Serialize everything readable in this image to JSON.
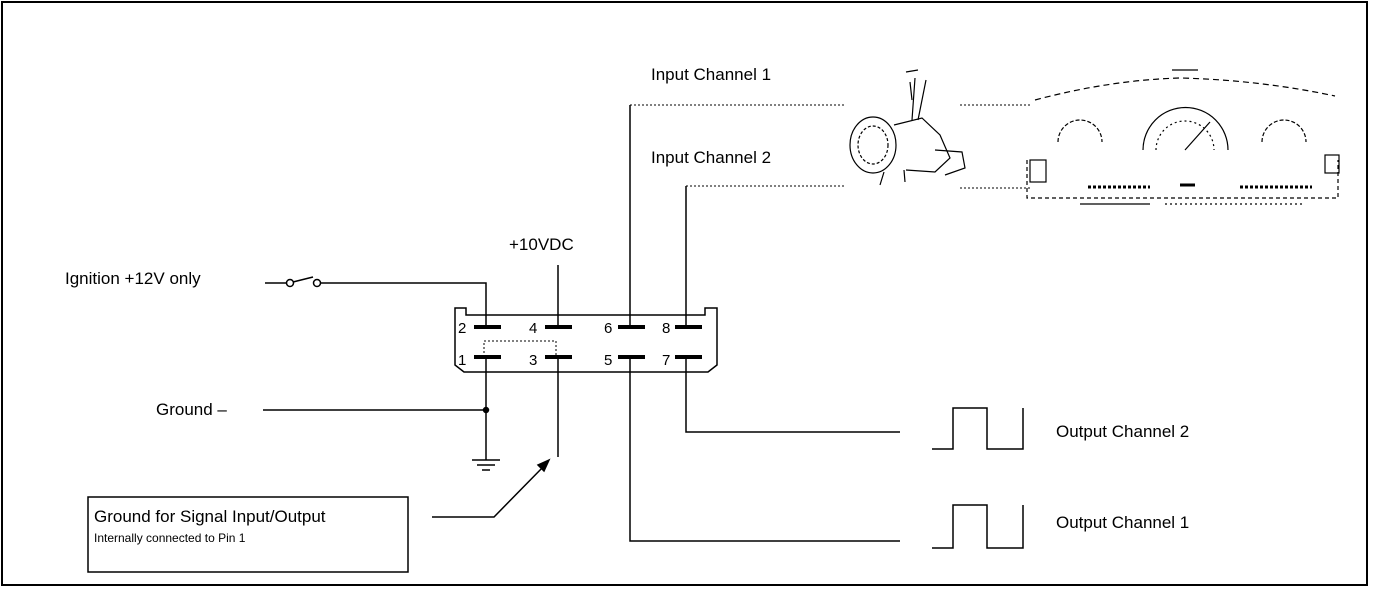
{
  "labels": {
    "input_channel_1": "Input Channel 1",
    "input_channel_2": "Input Channel 2",
    "supply": "+10VDC",
    "ignition": "Ignition +12V only",
    "ground": "Ground –",
    "output_channel_2": "Output Channel 2",
    "output_channel_1": "Output Channel 1"
  },
  "pins": [
    "1",
    "2",
    "3",
    "4",
    "5",
    "6",
    "7",
    "8"
  ],
  "signal_ground_box": {
    "title": "Ground for Signal Input/Output",
    "note": "Internally connected to Pin 1"
  },
  "colors": {
    "line": "#000000",
    "background": "#ffffff"
  }
}
